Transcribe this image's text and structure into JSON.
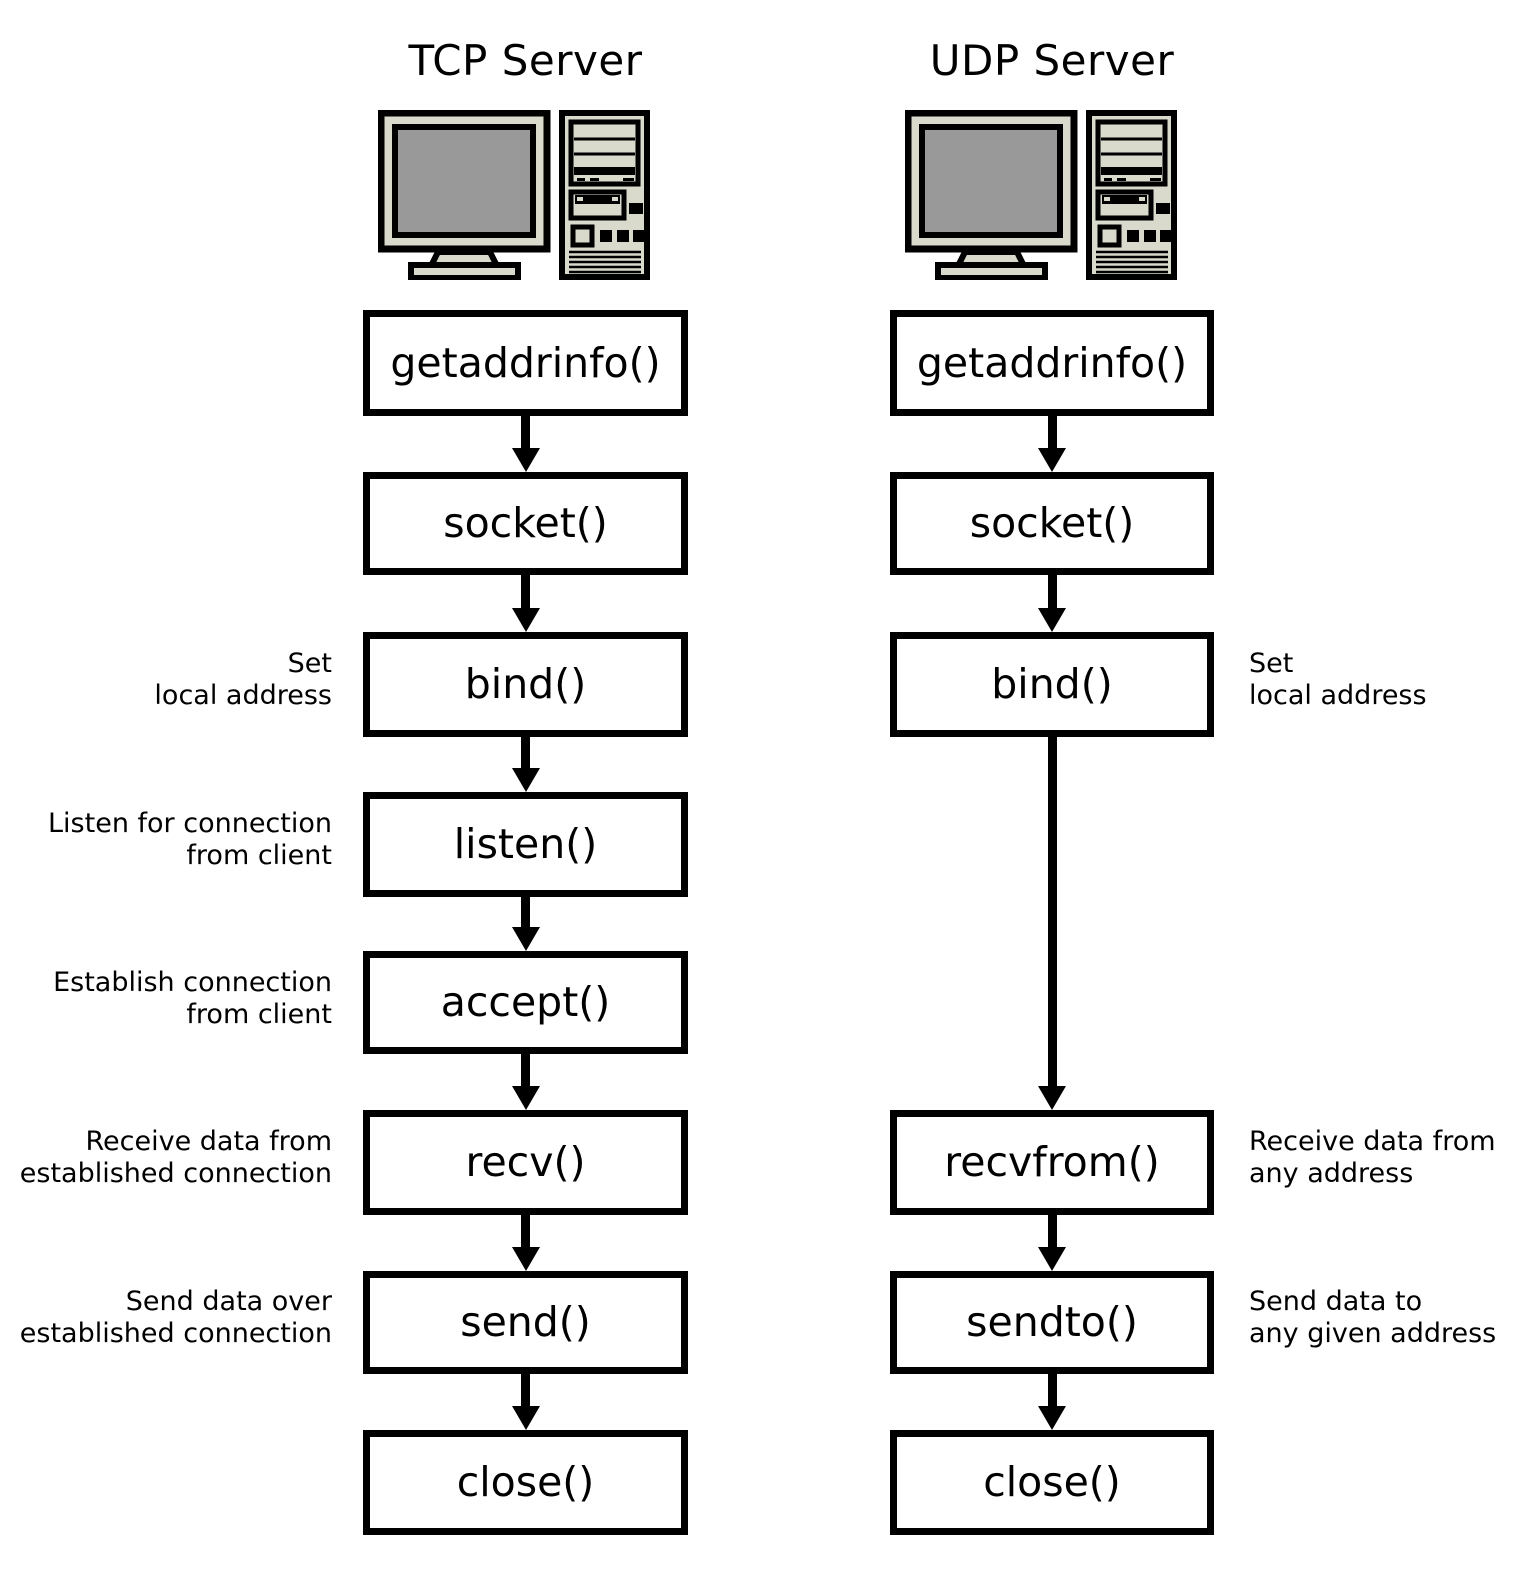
{
  "figure": {
    "title": "TCP Server vs UDP Server socket API call flow",
    "background_color": "#ffffff",
    "line_color": "#000000"
  },
  "columns": [
    {
      "id": "tcp",
      "title": "TCP Server",
      "icon": "desktop-computer-icon",
      "nodes": [
        {
          "id": "getaddrinfo",
          "label": "getaddrinfo()"
        },
        {
          "id": "socket",
          "label": "socket()"
        },
        {
          "id": "bind",
          "label": "bind()"
        },
        {
          "id": "listen",
          "label": "listen()"
        },
        {
          "id": "accept",
          "label": "accept()"
        },
        {
          "id": "recv",
          "label": "recv()"
        },
        {
          "id": "send",
          "label": "send()"
        },
        {
          "id": "close",
          "label": "close()"
        }
      ],
      "notes": [
        {
          "for": "bind",
          "text": "Set\nlocal address"
        },
        {
          "for": "listen",
          "text": "Listen for connection\nfrom client"
        },
        {
          "for": "accept",
          "text": "Establish connection\nfrom client"
        },
        {
          "for": "recv",
          "text": "Receive data from\nestablished connection"
        },
        {
          "for": "send",
          "text": "Send data over\nestablished connection"
        }
      ]
    },
    {
      "id": "udp",
      "title": "UDP Server",
      "icon": "desktop-computer-icon",
      "nodes": [
        {
          "id": "getaddrinfo",
          "label": "getaddrinfo()"
        },
        {
          "id": "socket",
          "label": "socket()"
        },
        {
          "id": "bind",
          "label": "bind()"
        },
        {
          "id": "recvfrom",
          "label": "recvfrom()"
        },
        {
          "id": "sendto",
          "label": "sendto()"
        },
        {
          "id": "close",
          "label": "close()"
        }
      ],
      "notes": [
        {
          "for": "bind",
          "text": "Set\nlocal address"
        },
        {
          "for": "recvfrom",
          "text": "Receive data from\nany address"
        },
        {
          "for": "sendto",
          "text": "Send data to\nany given address"
        }
      ]
    }
  ],
  "colors": {
    "case_body": "#d9d9cc",
    "screen": "#999999",
    "outline": "#000000",
    "box_fill": "#ffffff"
  }
}
